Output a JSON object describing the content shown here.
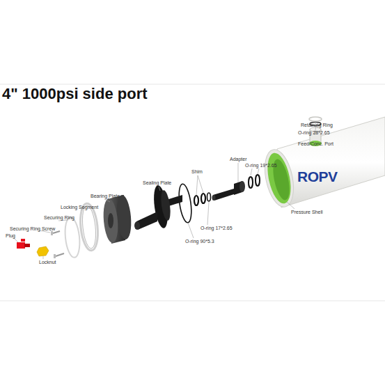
{
  "diagram": {
    "title": "4\" 1000psi side port",
    "labels": [
      "Retaining Ring",
      "O-ring 28*2.65",
      "Feed/Conc. Port",
      "Adapter",
      "O-ring 19*2.65",
      "Shim",
      "Sealing Plate",
      "Bearing Plate",
      "Locking Segment",
      "Securing Ring",
      "Securing Ring Screw",
      "Plug",
      "Locknut",
      "O-ring 17*2.65",
      "O-ring 90*5.3",
      "Pressure Shell",
      "ROPV"
    ]
  }
}
